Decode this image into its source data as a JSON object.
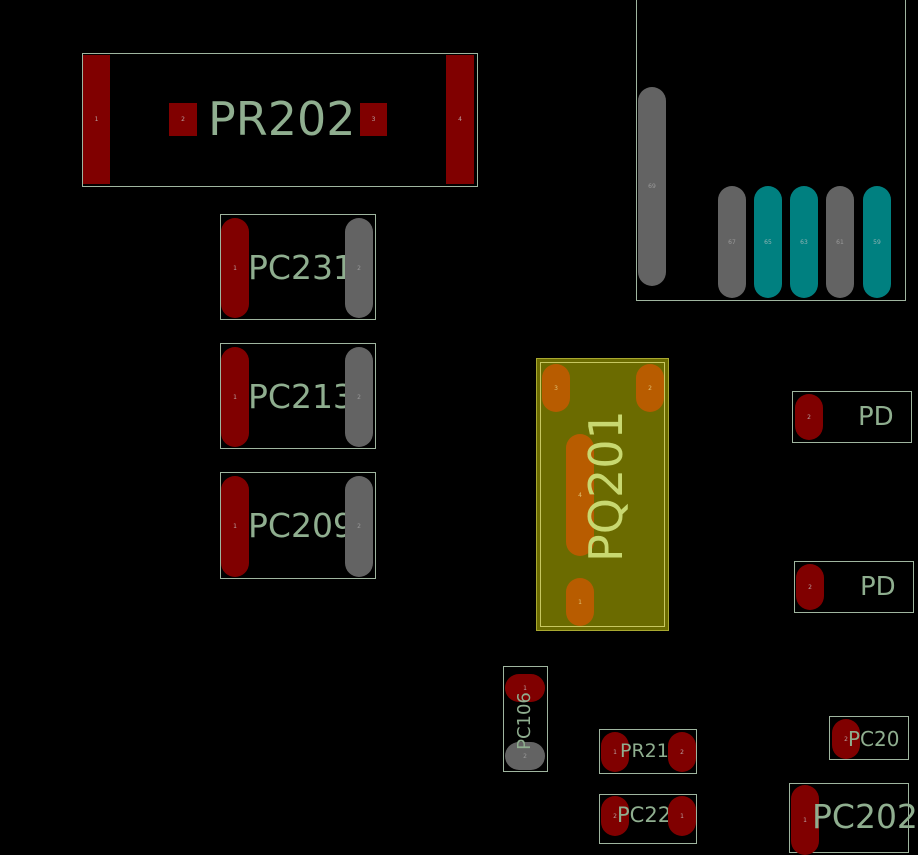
{
  "components": {
    "PR202": {
      "ref": "PR202",
      "pads": [
        "1",
        "2",
        "3",
        "4"
      ]
    },
    "PC231": {
      "ref": "PC231",
      "pads": [
        "1",
        "2"
      ]
    },
    "PC213": {
      "ref": "PC213",
      "pads": [
        "1",
        "2"
      ]
    },
    "PC209": {
      "ref": "PC209",
      "pads": [
        "1",
        "2"
      ]
    },
    "PQ201": {
      "ref": "PQ201",
      "pads": [
        "3",
        "2",
        "4",
        "1"
      ]
    },
    "PC106": {
      "ref": "PC106",
      "pads": [
        "1",
        "2"
      ]
    },
    "PR215": {
      "ref": "PR215",
      "pads": [
        "1",
        "2"
      ]
    },
    "PC225": {
      "ref": "PC225",
      "pads": [
        "2",
        "1"
      ]
    },
    "PD_a": {
      "ref": "PD",
      "pads": [
        "2"
      ]
    },
    "PD_b": {
      "ref": "PD",
      "pads": [
        "2"
      ]
    },
    "PC20x": {
      "ref": "PC20",
      "pads": [
        "2"
      ]
    },
    "PC202": {
      "ref": "PC202",
      "pads": [
        "1"
      ]
    },
    "connector": {
      "pads": [
        "69",
        "67",
        "65",
        "63",
        "61",
        "59"
      ]
    }
  },
  "colors": {
    "copper_top": "#800000",
    "unrouted": "#636363",
    "net_highlight": "#008080",
    "selected": "#6b6b00",
    "selected_pad": "#b85c00"
  }
}
